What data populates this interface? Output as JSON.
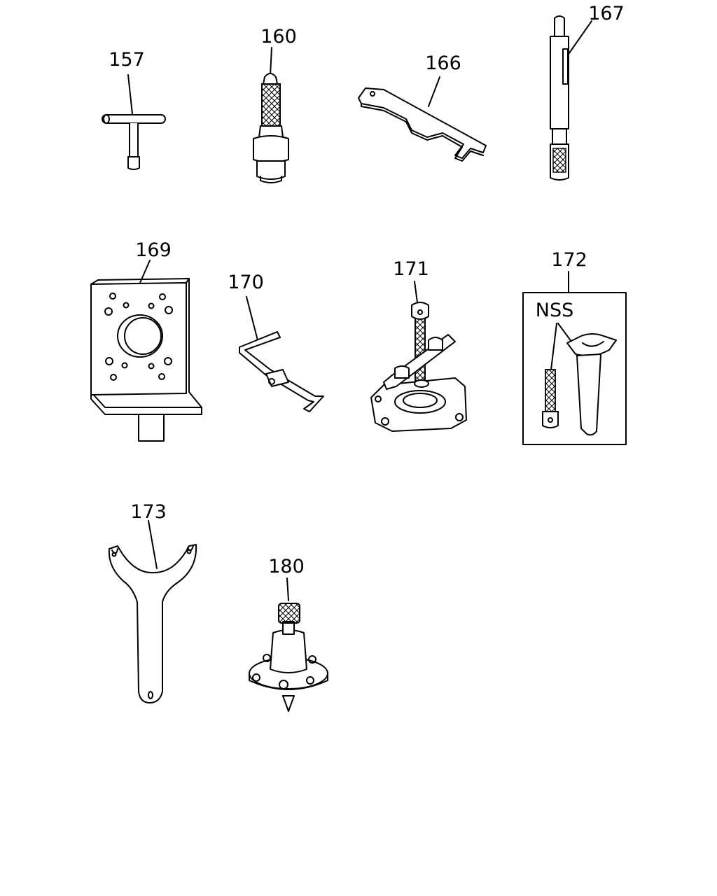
{
  "diagram": {
    "parts": [
      {
        "number": "157"
      },
      {
        "number": "160"
      },
      {
        "number": "166"
      },
      {
        "number": "167"
      },
      {
        "number": "169"
      },
      {
        "number": "170"
      },
      {
        "number": "171"
      },
      {
        "number": "172",
        "note": "NSS"
      },
      {
        "number": "173"
      },
      {
        "number": "180"
      }
    ]
  }
}
